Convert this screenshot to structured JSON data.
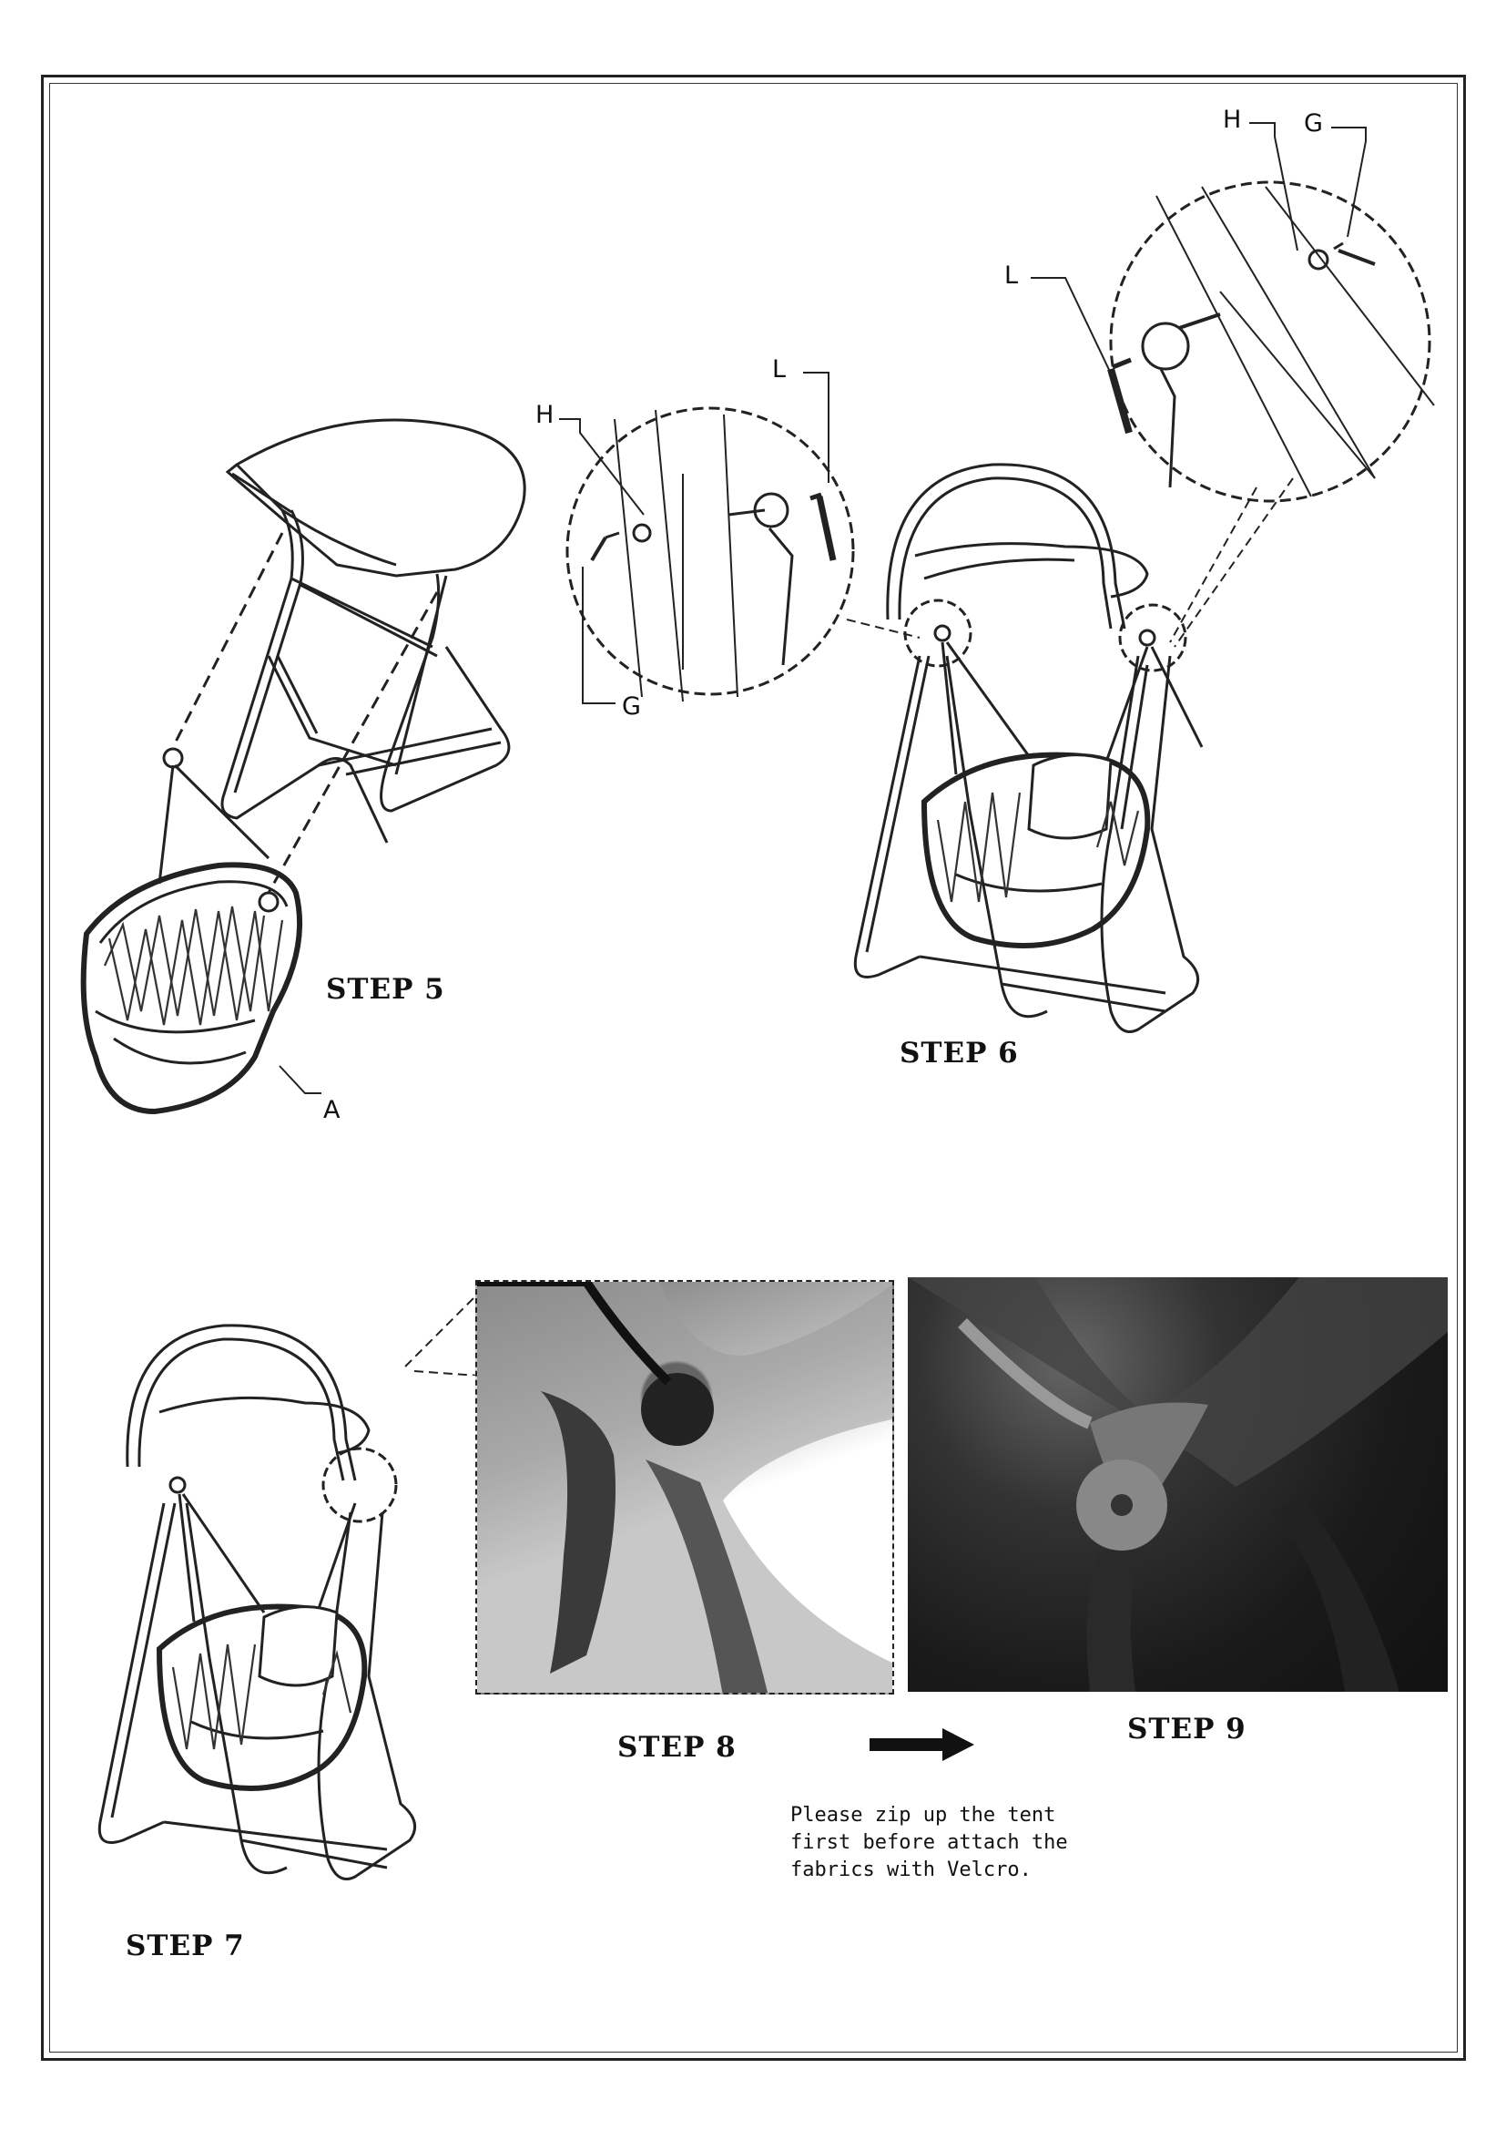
{
  "steps": {
    "step5": "STEP 5",
    "step6": "STEP 6",
    "step7": "STEP 7",
    "step8": "STEP 8",
    "step9": "STEP 9"
  },
  "parts": {
    "a": "A",
    "g": "G",
    "h": "H",
    "l": "L"
  },
  "note": {
    "line1": "Please zip up the tent",
    "line2": "first before attach the",
    "line3": "fabrics with Velcro."
  },
  "icons": {
    "arrow": "right-arrow-icon"
  }
}
